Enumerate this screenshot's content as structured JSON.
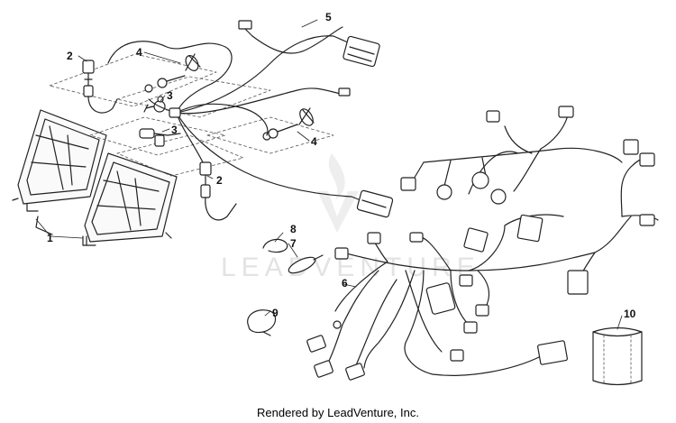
{
  "watermark": {
    "text": "LEADVENTURE"
  },
  "callouts": {
    "c1": "1",
    "c2a": "2",
    "c2b": "2",
    "c3a": "3",
    "c3b": "3",
    "c4a": "4",
    "c4b": "4",
    "c5": "5",
    "c6": "6",
    "c7": "7",
    "c8": "8",
    "c9": "9",
    "c10": "10"
  },
  "footer": {
    "credit": "Rendered by LeadVenture, Inc."
  }
}
